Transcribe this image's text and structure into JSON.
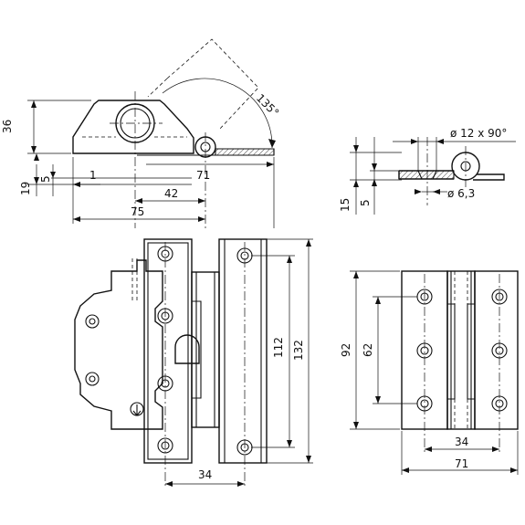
{
  "dimensions": {
    "side_view": {
      "height_36": "36",
      "height_19": "19",
      "height_5": "5",
      "width_1": "1",
      "width_42": "42",
      "width_75": "75",
      "width_71": "71",
      "angle_135": "135°"
    },
    "section_view": {
      "chamfer": "ø 12 x 90°",
      "hole": "ø 6,3",
      "height_15": "15",
      "height_5": "5"
    },
    "front_view": {
      "height_112": "112",
      "height_132": "132",
      "width_34": "34"
    },
    "right_view": {
      "height_92": "92",
      "height_62": "62",
      "width_34": "34",
      "width_71": "71"
    }
  }
}
